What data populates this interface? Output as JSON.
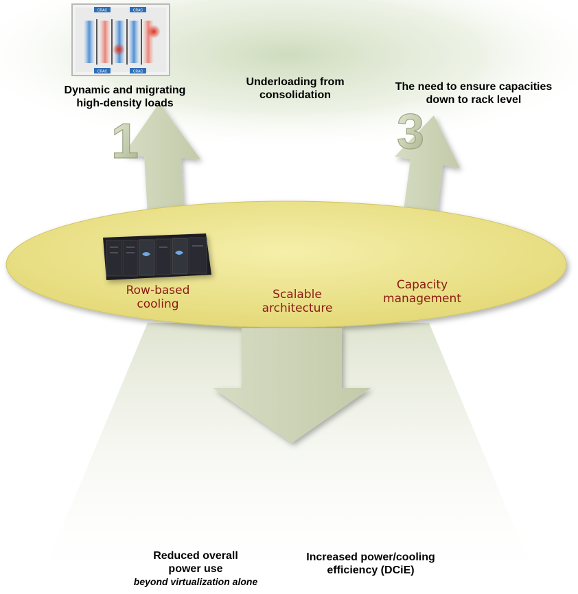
{
  "thumbnail": {
    "crac_label": "CRAC"
  },
  "problems": {
    "p1": {
      "line1": "Dynamic and migrating",
      "line2": "high-density loads",
      "number": "1"
    },
    "p2": {
      "line1": "Underloading from",
      "line2": "consolidation"
    },
    "p3": {
      "line1": "The need to ensure capacities",
      "line2": "down to rack level",
      "number": "3"
    }
  },
  "solutions": {
    "row": {
      "line1": "Row-based",
      "line2": "cooling"
    },
    "scalable": {
      "line1": "Scalable",
      "line2": "architecture"
    },
    "capacity": {
      "line1": "Capacity",
      "line2": "management"
    }
  },
  "outcomes": {
    "power": {
      "line1": "Reduced  overall",
      "line2": "power use",
      "note": "beyond virtualization alone"
    },
    "efficiency": {
      "line1": "Increased power/cooling",
      "line2": "efficiency (DCiE)"
    }
  },
  "colors": {
    "ellipse": "#ece48a",
    "text_red": "#8b1a12",
    "arrow": "#d3dbc0",
    "number": "#c6cfae"
  }
}
